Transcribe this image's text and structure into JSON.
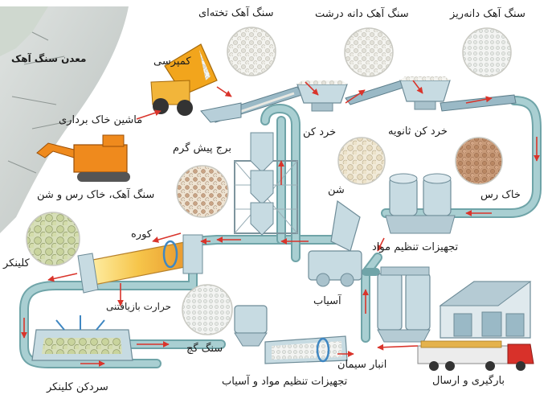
{
  "labels": {
    "quarry": "معدن سنگ آهک",
    "dump_truck": "کمپرسی",
    "excavator": "ماشین خاک برداری",
    "limestone_clay_gravel": "سنگ آهک، خاک رس و شن",
    "slab_limestone": "سنگ آهک تخته‌ای",
    "coarse_limestone": "سنگ آهک دانه درشت",
    "fine_limestone": "سنگ آهک دانه‌ریز",
    "crusher": "خرد کن",
    "secondary_crusher": "خرد کن ثانویه",
    "preheat_tower": "برج پیش گرم",
    "sand": "شن",
    "clay": "خاک رس",
    "material_adjustment": "تجهیزات تنظیم مواد",
    "kiln": "کوره",
    "clinker": "کلینکر",
    "heat_recovery": "حرارت بازیافتنی",
    "mill": "آسیاب",
    "gypsum": "سنگ گچ",
    "clinker_cooler": "سردکن کلینکر",
    "adjust_and_mill": "تجهیزات تنظیم مواد و آسیاب",
    "cement_storage": "انبار سیمان",
    "loading_shipping": "بارگیری و ارسال"
  },
  "colors": {
    "pipe": "#a9cfd2",
    "pipe_edge": "#6fa4a8",
    "arrow": "#d9342b",
    "machine": "#c7dbe2",
    "machine_edge": "#6e8c98",
    "truck_yellow": "#f2a51c",
    "excavator_orange": "#ef8a1d",
    "truck_red": "#d8312a"
  }
}
